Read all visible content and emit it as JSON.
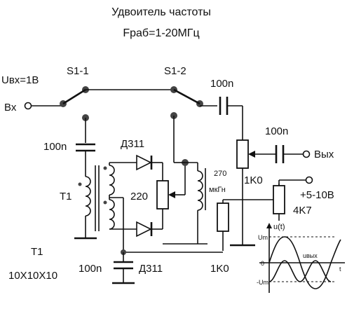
{
  "title": {
    "line1": "Удвоитель частоты",
    "line2": "Fраб=1-20МГц"
  },
  "labels": {
    "uin": "Uвх=1В",
    "in": "Вх",
    "out": "Вых",
    "s1_1": "S1-1",
    "s1_2": "S1-2",
    "c_top": "100n",
    "c_out": "100n",
    "c_left": "100n",
    "c_bottom": "100n",
    "d_top": "Д311",
    "d_bottom": "Д311",
    "t1": "T1",
    "t1_title": "T1",
    "t1_core": "10X10X10",
    "r_220": "220",
    "l_value": "270",
    "l_unit": "мкГн",
    "r_pot": "1K0",
    "r_bottom": "1K0",
    "supply": "+5-10В",
    "r_4k7": "4K7"
  },
  "inset": {
    "u_label": "u(t)",
    "um": "Um",
    "zero": "0",
    "neg_um": "-Um",
    "uout": "uвых",
    "t": "t"
  }
}
